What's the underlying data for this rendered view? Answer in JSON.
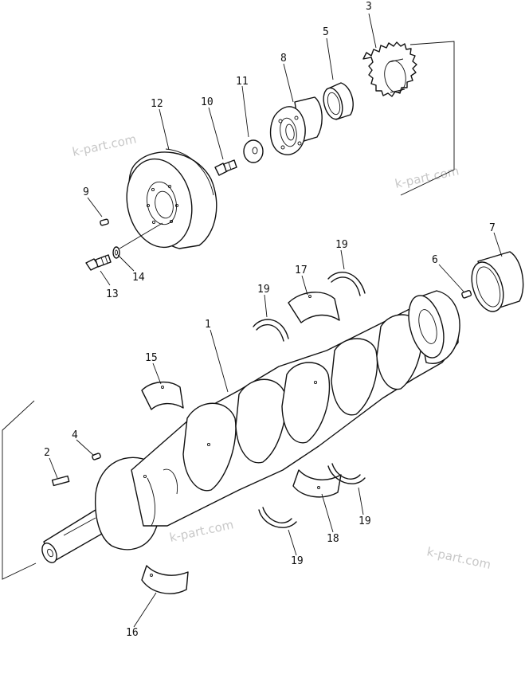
{
  "callouts": {
    "c1": "1",
    "c2": "2",
    "c3": "3",
    "c4": "4",
    "c5": "5",
    "c6": "6",
    "c7": "7",
    "c8": "8",
    "c9": "9",
    "c10": "10",
    "c11": "11",
    "c12": "12",
    "c13": "13",
    "c14": "14",
    "c15": "15",
    "c16": "16",
    "c17": "17",
    "c18": "18",
    "c19a": "19",
    "c19b": "19",
    "c19c": "19",
    "c19d": "19"
  },
  "watermark": {
    "w1": "k-part.com",
    "w2": "k-part.com",
    "w3": "k-part.com",
    "w4": "k-part.com"
  }
}
